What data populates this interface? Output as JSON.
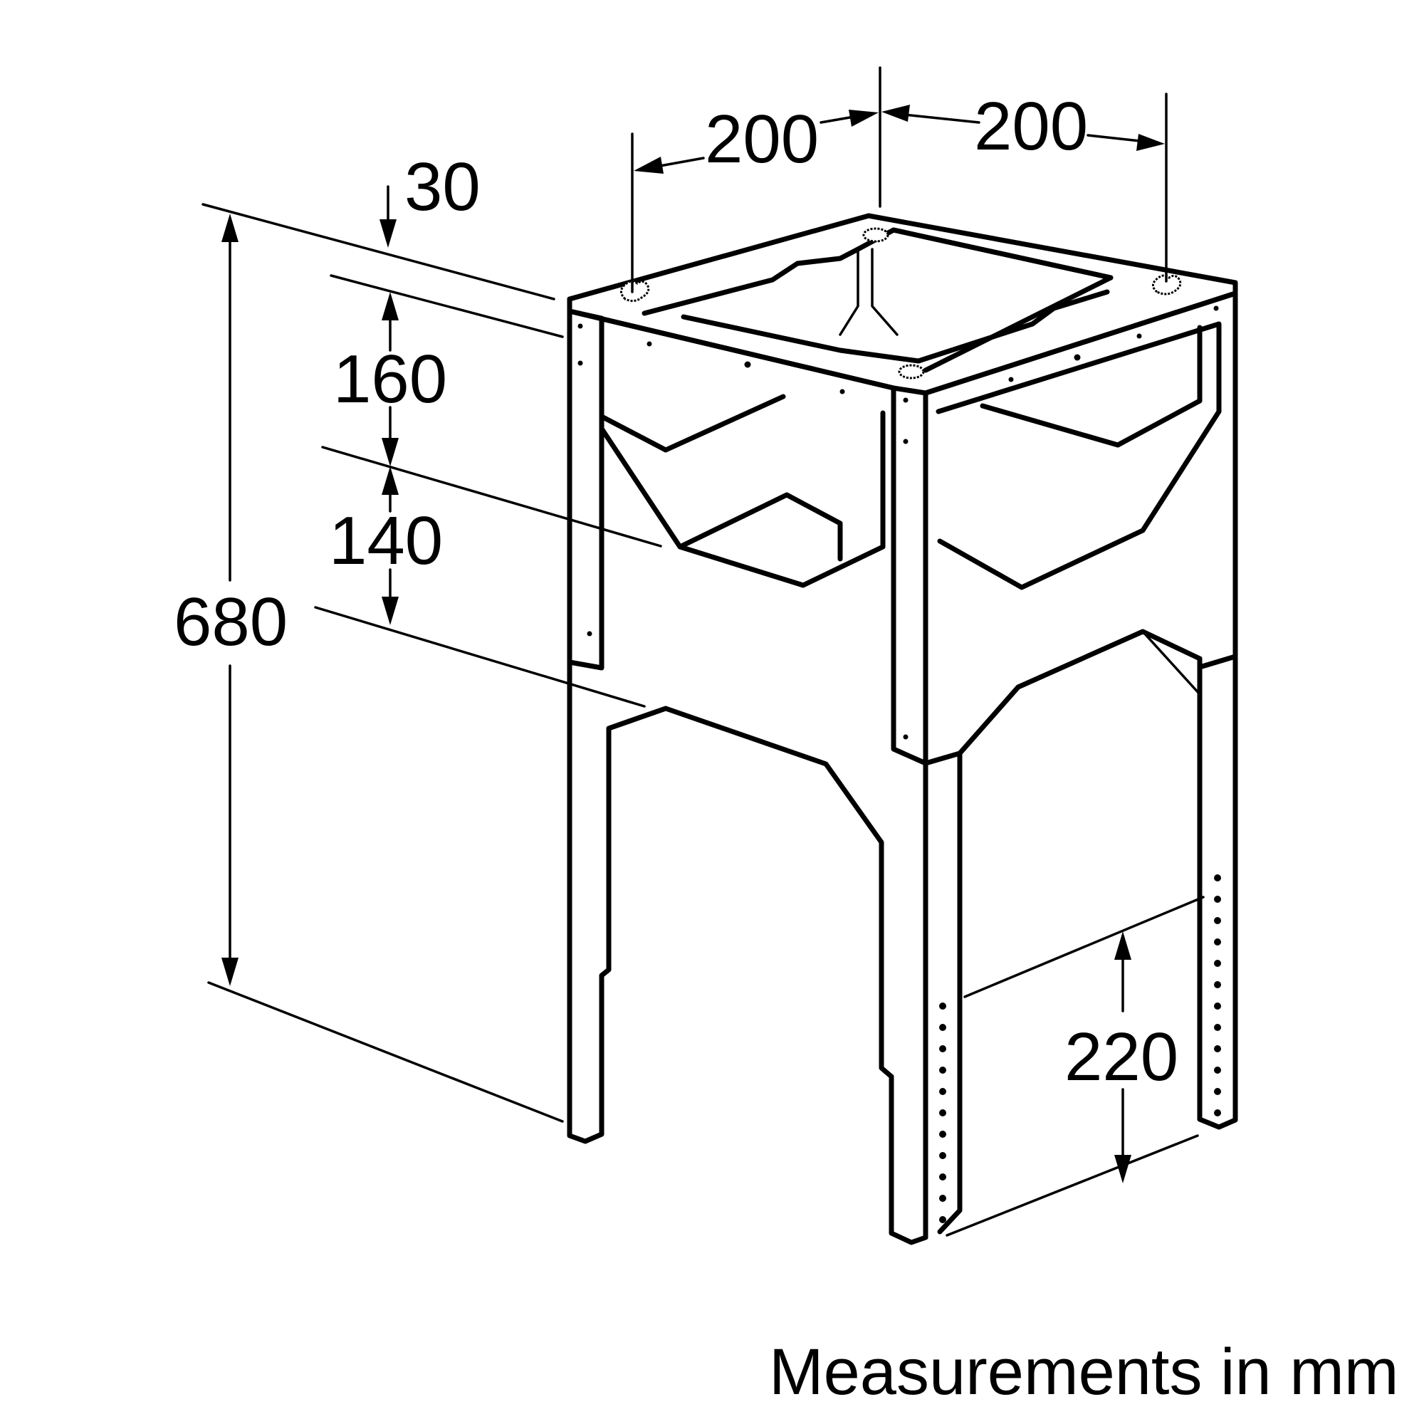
{
  "diagram": {
    "subject": "stand frame",
    "dimensions": {
      "top_offset": "30",
      "upper_panel": "160",
      "middle_panel": "140",
      "total_height": "680",
      "width_left": "200",
      "width_right": "200",
      "leg_hole_range": "220"
    },
    "caption": "Measurements in mm"
  }
}
